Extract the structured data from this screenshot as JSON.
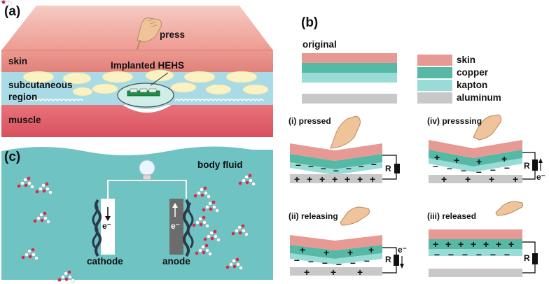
{
  "panels": {
    "a": {
      "label": "(a)",
      "press": "press",
      "skin": "skin",
      "subcutaneous": "subcutaneous",
      "region": "region",
      "implant": "Implanted HEHS",
      "muscle": "muscle"
    },
    "b": {
      "label": "(b)",
      "original": "original",
      "legend": [
        {
          "label": "skin",
          "color": "#e79a93"
        },
        {
          "label": "copper",
          "color": "#55b9a6"
        },
        {
          "label": "kapton",
          "color": "#99dbd6"
        },
        {
          "label": "aluminum",
          "color": "#c8c8c8"
        }
      ],
      "states": {
        "pressed": "(i) pressed",
        "pressing": "(iv) presssing",
        "releasing": "(ii) releasing",
        "released": "(iii) released"
      },
      "resistor": "R",
      "electron": "e⁻"
    },
    "c": {
      "label": "(c)",
      "body_fluid": "body fluid",
      "cathode": "cathode",
      "anode": "anode",
      "electron": "e⁻"
    }
  },
  "colors": {
    "skin": "#e79a93",
    "copper": "#55b9a6",
    "kapton": "#99dbd6",
    "aluminum": "#c8c8c8",
    "muscle": "#e0606b",
    "fluid": "#6fc3c2"
  }
}
